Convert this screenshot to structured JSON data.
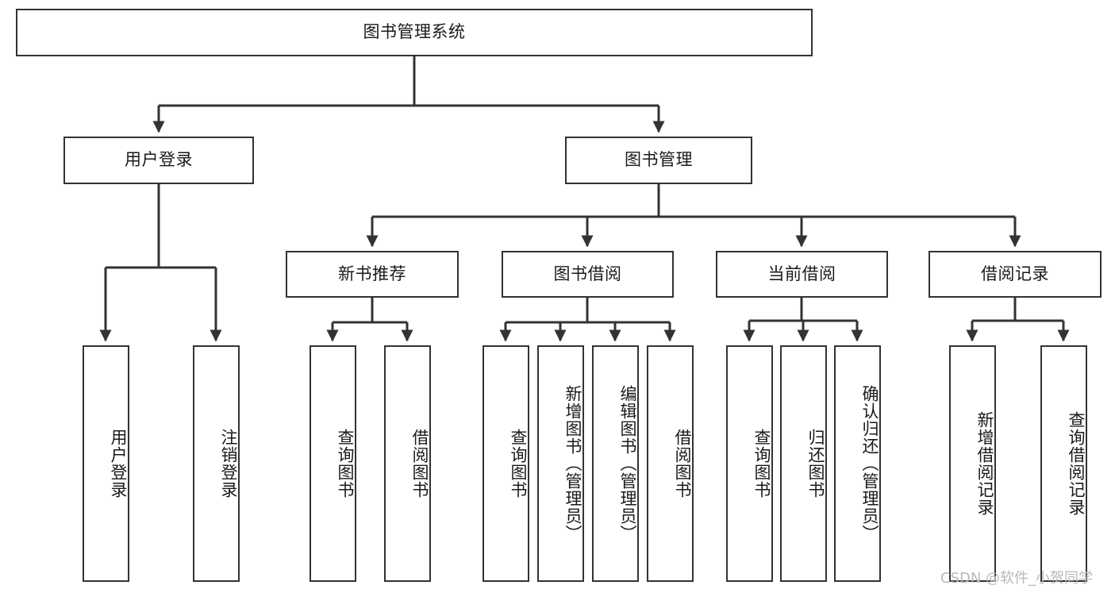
{
  "diagram": {
    "title": "图书管理系统",
    "type": "hierarchy-tree",
    "watermark": "CSDN @软件_小贺同学",
    "root": {
      "label": "图书管理系统"
    },
    "level2": [
      {
        "id": "user-login",
        "label": "用户登录"
      },
      {
        "id": "book-manage",
        "label": "图书管理"
      }
    ],
    "level3": [
      {
        "id": "new-book-rec",
        "label": "新书推荐",
        "parent": "book-manage"
      },
      {
        "id": "book-borrow",
        "label": "图书借阅",
        "parent": "book-manage"
      },
      {
        "id": "current-borrow",
        "label": "当前借阅",
        "parent": "book-manage"
      },
      {
        "id": "borrow-record",
        "label": "借阅记录",
        "parent": "book-manage"
      }
    ],
    "leaves": [
      {
        "id": "user-login",
        "label": "用户登录",
        "parent": "user-login"
      },
      {
        "id": "logout-login",
        "label": "注销登录",
        "parent": "user-login"
      },
      {
        "id": "query-book-1",
        "label": "查询图书",
        "parent": "new-book-rec"
      },
      {
        "id": "borrow-book-1",
        "label": "借阅图书",
        "parent": "new-book-rec"
      },
      {
        "id": "query-book-2",
        "label": "查询图书",
        "parent": "book-borrow"
      },
      {
        "id": "add-book",
        "label": "新增图书（管理员）",
        "parent": "book-borrow"
      },
      {
        "id": "edit-book",
        "label": "编辑图书（管理员）",
        "parent": "book-borrow"
      },
      {
        "id": "borrow-book-2",
        "label": "借阅图书",
        "parent": "book-borrow"
      },
      {
        "id": "query-book-3",
        "label": "查询图书",
        "parent": "current-borrow"
      },
      {
        "id": "return-book",
        "label": "归还图书",
        "parent": "current-borrow"
      },
      {
        "id": "confirm-return",
        "label": "确认归还（管理员）",
        "parent": "current-borrow"
      },
      {
        "id": "add-record",
        "label": "新增借阅记录",
        "parent": "borrow-record"
      },
      {
        "id": "query-record",
        "label": "查询借阅记录",
        "parent": "borrow-record"
      }
    ],
    "colors": {
      "node_border": "#333333",
      "node_fill": "#ffffff",
      "edge": "#333333",
      "text": "#1a1a1a",
      "watermark": "#b9b9b9",
      "background": "#ffffff"
    }
  }
}
